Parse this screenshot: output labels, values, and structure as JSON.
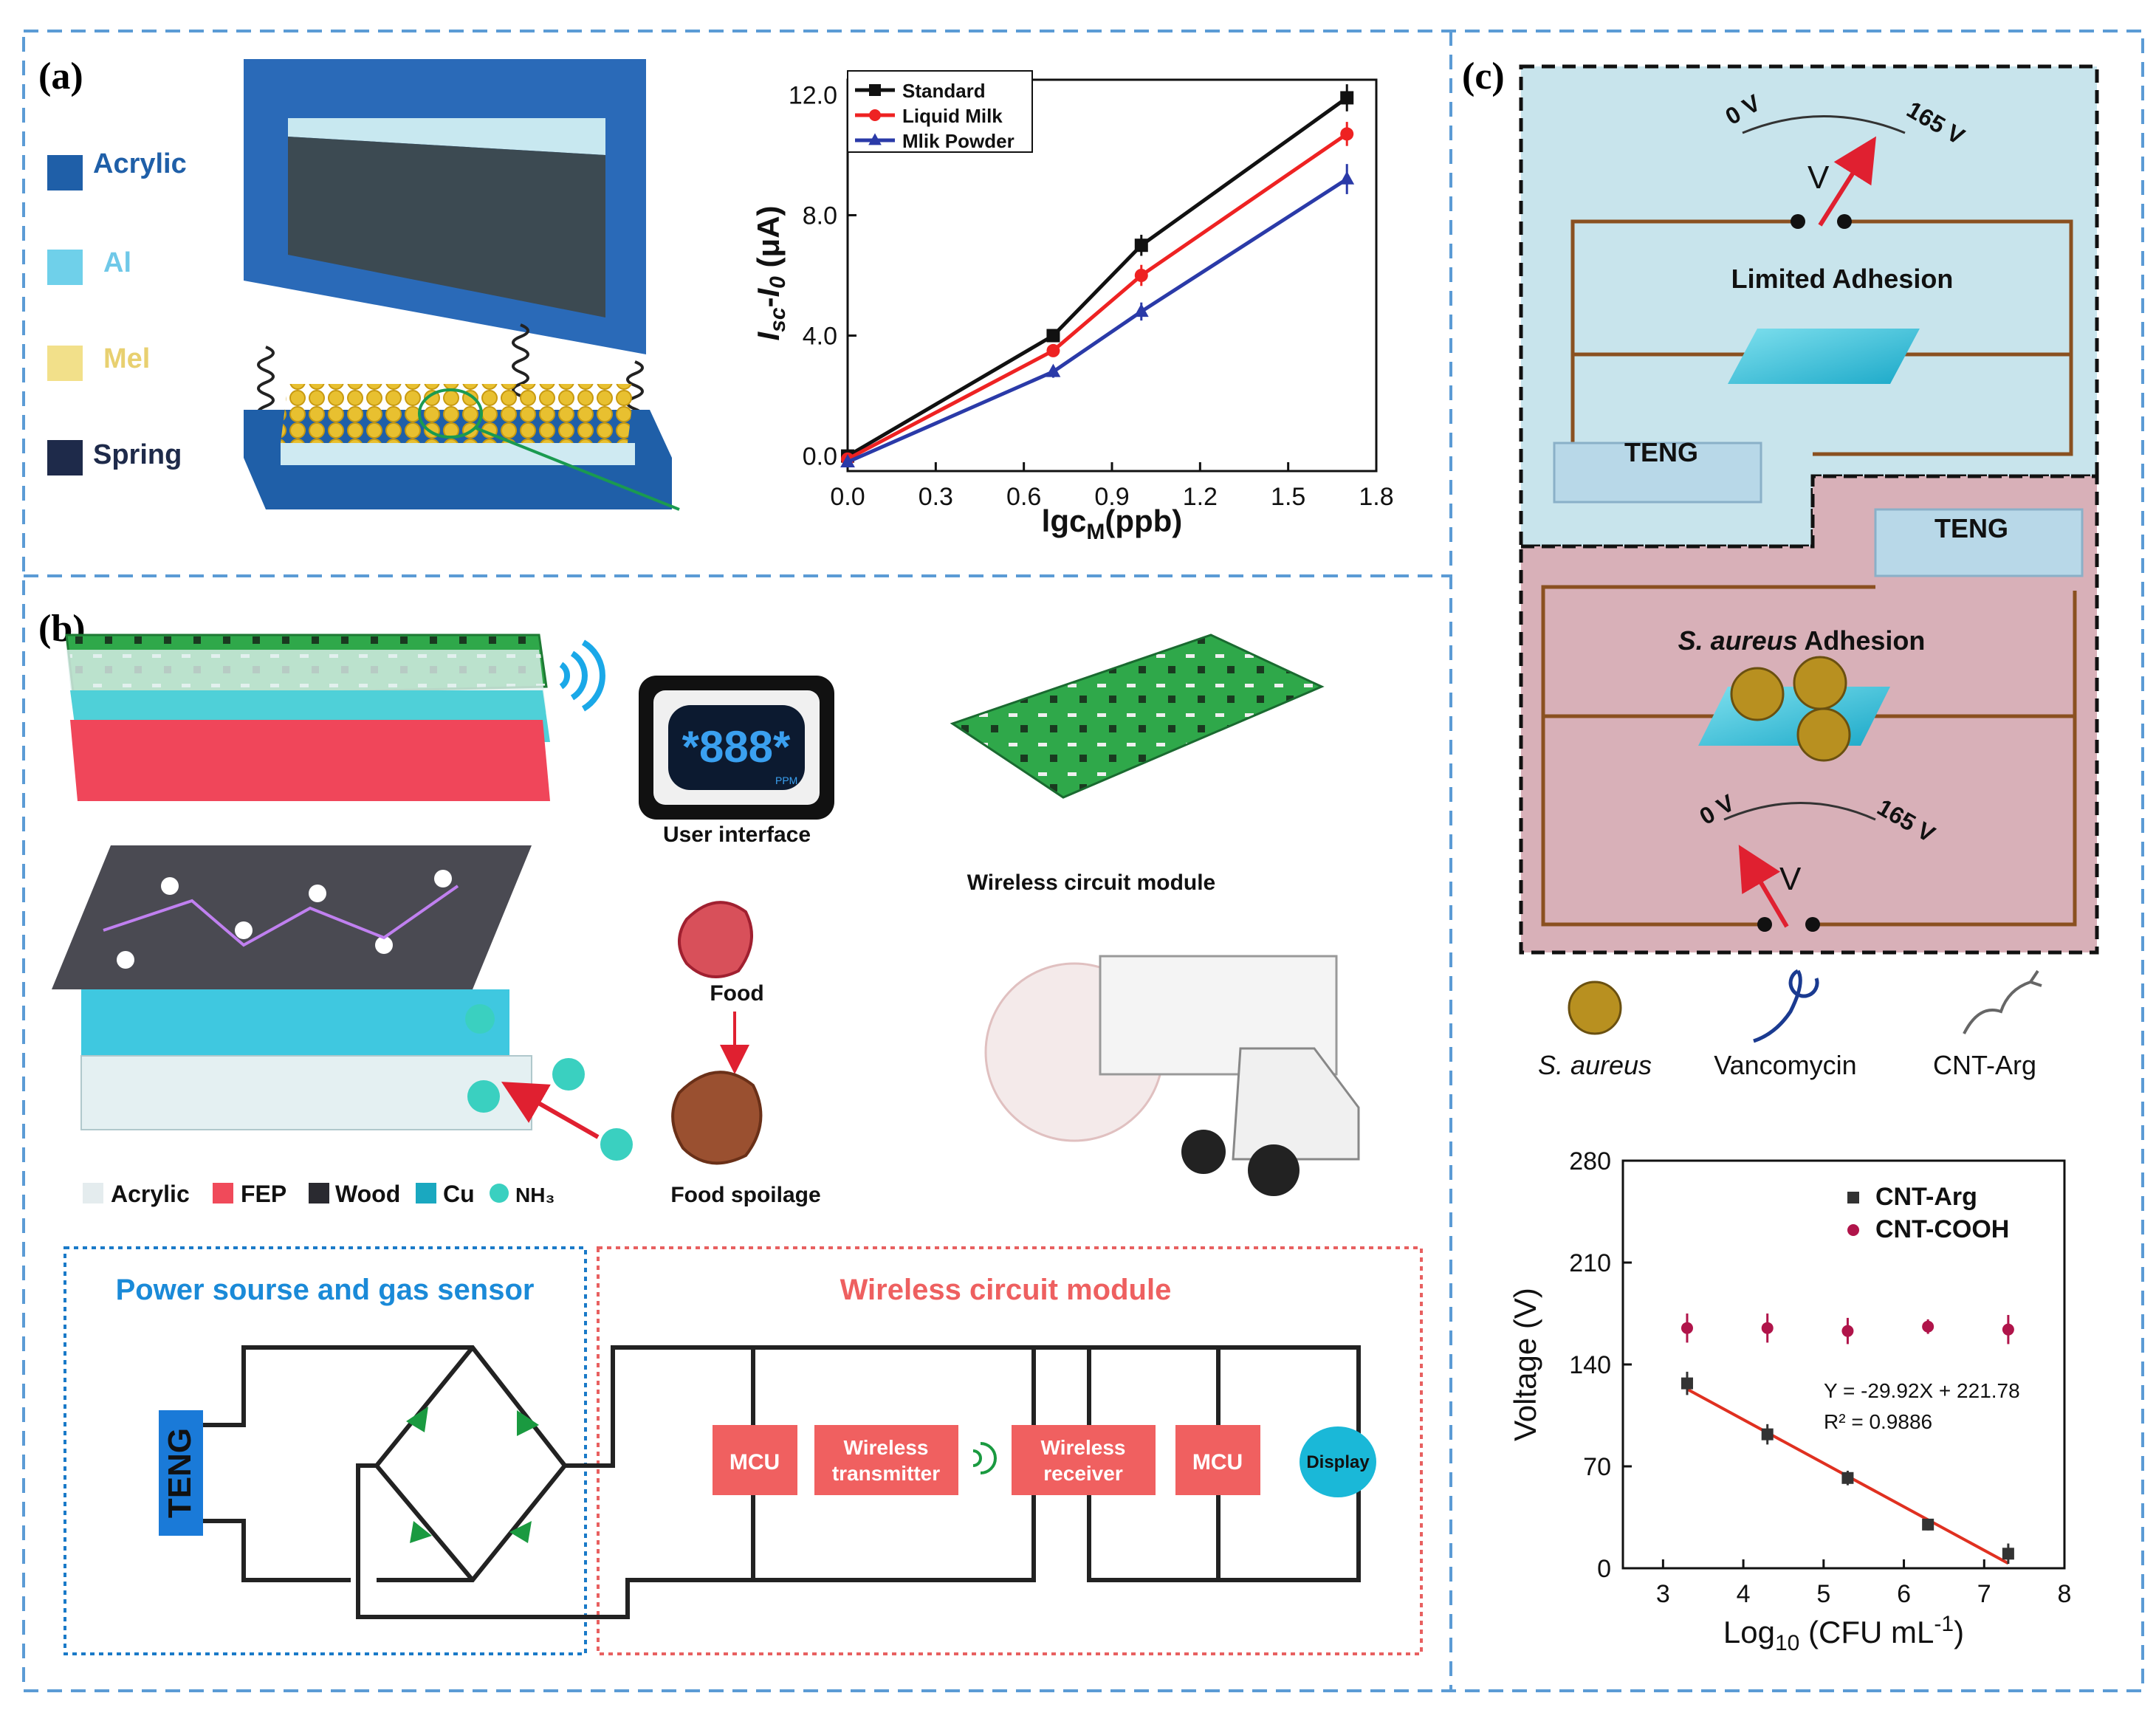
{
  "panel_a": {
    "label": "(a)",
    "legend": [
      "Acrylic",
      "Al",
      "Mel",
      "Spring"
    ],
    "colors": {
      "acrylic": "#1f5fa8",
      "al": "#5fc8e8",
      "mel": "#f0d060",
      "spring": "#1e2a4a"
    }
  },
  "panel_b": {
    "label": "(b)",
    "user_interface": "User interface",
    "display_digits": "*888*",
    "display_unit": "PPM",
    "wireless_module": "Wireless circuit module",
    "food": "Food",
    "food_spoilage": "Food spoilage",
    "legend": [
      {
        "label": "Acrylic",
        "color": "#e4ecee"
      },
      {
        "label": "FEP",
        "color": "#f04a5a"
      },
      {
        "label": "Wood",
        "color": "#2a2a30"
      },
      {
        "label": "Cu",
        "color": "#1aa8c0"
      },
      {
        "label": "NH₃",
        "color": "#3ad0c0"
      }
    ],
    "circuit": {
      "power_title": "Power sourse and gas sensor",
      "wireless_title": "Wireless circuit module",
      "teng": "TENG",
      "mcu1": "MCU",
      "transmitter_line1": "Wireless",
      "transmitter_line2": "transmitter",
      "receiver_line1": "Wireless",
      "receiver_line2": "receiver",
      "mcu2": "MCU",
      "display": "Display"
    }
  },
  "panel_c": {
    "label": "(c)",
    "meter_min": "0 V",
    "meter_max": "165 V",
    "meter_symbol": "V",
    "limited_adhesion": "Limited Adhesion",
    "teng": "TENG",
    "saureus_adhesion_italic": "S. aureus",
    "saureus_adhesion_rest": " Adhesion",
    "legend": [
      "S. aureus",
      "Vancomycin",
      "CNT-Arg"
    ]
  },
  "chart_data": [
    {
      "type": "line",
      "xlabel": "lgc",
      "xlabel_sub": "M",
      "xlabel_unit": "(ppb)",
      "ylabel": "Isc-I0 (μA)",
      "xlim": [
        0.0,
        1.8
      ],
      "ylim": [
        -0.5,
        12.5
      ],
      "xticks": [
        "0.0",
        "0.3",
        "0.6",
        "0.9",
        "1.2",
        "1.5",
        "1.8"
      ],
      "yticks": [
        "0.0",
        "4.0",
        "8.0",
        "12.0"
      ],
      "x": [
        0.0,
        0.7,
        1.0,
        1.7
      ],
      "series": [
        {
          "name": "Standard",
          "color": "#111111",
          "marker": "square",
          "values": [
            0.0,
            4.0,
            7.0,
            11.9
          ],
          "err": [
            0.15,
            0.15,
            0.35,
            0.45
          ]
        },
        {
          "name": "Liquid Milk",
          "color": "#ee2222",
          "marker": "circle",
          "values": [
            -0.1,
            3.5,
            6.0,
            10.7
          ],
          "err": [
            0.15,
            0.2,
            0.35,
            0.4
          ]
        },
        {
          "name": "Mlik Powder",
          "color": "#2a3aa8",
          "marker": "triangle",
          "values": [
            -0.2,
            2.8,
            4.8,
            9.2
          ],
          "err": [
            0.15,
            0.2,
            0.3,
            0.5
          ]
        }
      ]
    },
    {
      "type": "scatter",
      "xlabel": "Log10 (CFU mL-1)",
      "ylabel": "Voltage (V)",
      "xlim": [
        2.5,
        8
      ],
      "ylim": [
        0,
        280
      ],
      "xticks": [
        "3",
        "4",
        "5",
        "6",
        "7",
        "8"
      ],
      "yticks": [
        "0",
        "70",
        "140",
        "210",
        "280"
      ],
      "series": [
        {
          "name": "CNT-Arg",
          "color": "#333333",
          "marker": "square",
          "x": [
            3.3,
            4.3,
            5.3,
            6.3,
            7.3
          ],
          "values": [
            127,
            92,
            62,
            30,
            10
          ],
          "err": [
            8,
            7,
            5,
            4,
            7
          ]
        },
        {
          "name": "CNT-COOH",
          "color": "#b0144a",
          "marker": "circle",
          "x": [
            3.3,
            4.3,
            5.3,
            6.3,
            7.3
          ],
          "values": [
            165,
            165,
            163,
            166,
            164
          ],
          "err": [
            10,
            10,
            9,
            5,
            10
          ]
        }
      ],
      "fit": {
        "slope": -29.92,
        "intercept": 221.78,
        "x_range": [
          3.3,
          7.3
        ],
        "color": "#e03020"
      },
      "equation": "Y = -29.92X + 221.78",
      "r2": "R² = 0.9886"
    }
  ]
}
